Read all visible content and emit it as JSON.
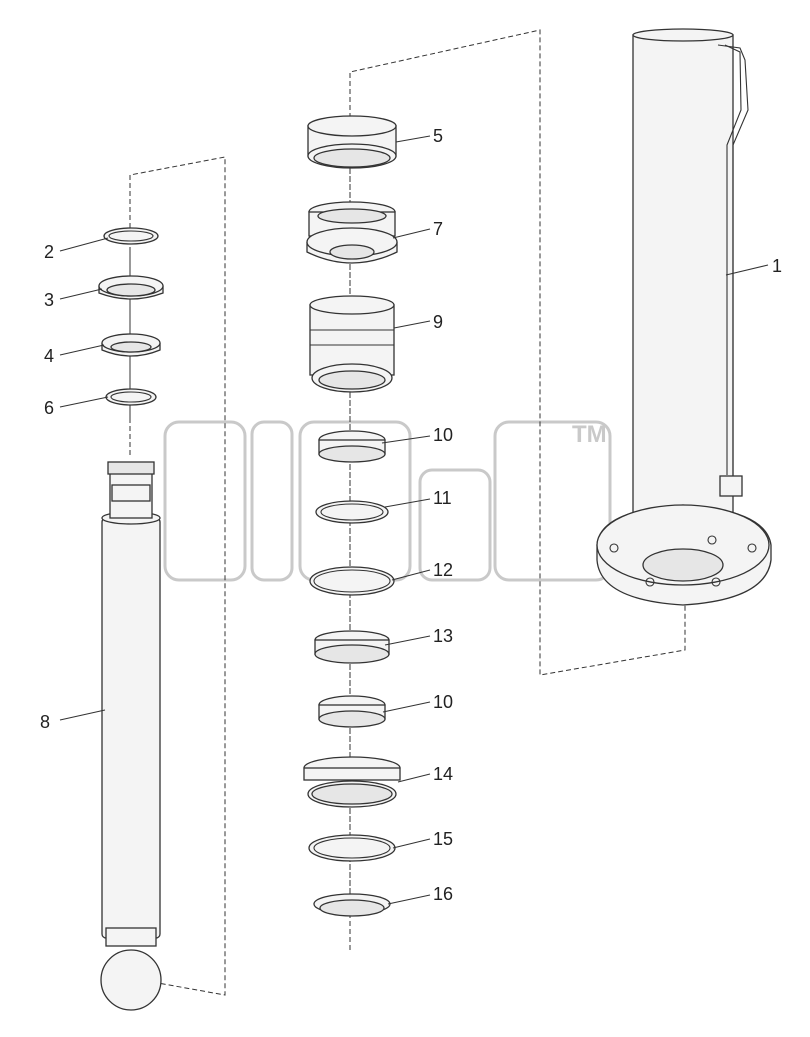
{
  "watermark": {
    "tm": "TM"
  },
  "callouts": [
    {
      "id": "1",
      "label": "1"
    },
    {
      "id": "2",
      "label": "2"
    },
    {
      "id": "3",
      "label": "3"
    },
    {
      "id": "4",
      "label": "4"
    },
    {
      "id": "5",
      "label": "5"
    },
    {
      "id": "6",
      "label": "6"
    },
    {
      "id": "7",
      "label": "7"
    },
    {
      "id": "8",
      "label": "8"
    },
    {
      "id": "9",
      "label": "9"
    },
    {
      "id": "10a",
      "label": "10"
    },
    {
      "id": "11",
      "label": "11"
    },
    {
      "id": "12",
      "label": "12"
    },
    {
      "id": "13",
      "label": "13"
    },
    {
      "id": "10b",
      "label": "10"
    },
    {
      "id": "14",
      "label": "14"
    },
    {
      "id": "15",
      "label": "15"
    },
    {
      "id": "16",
      "label": "16"
    }
  ]
}
